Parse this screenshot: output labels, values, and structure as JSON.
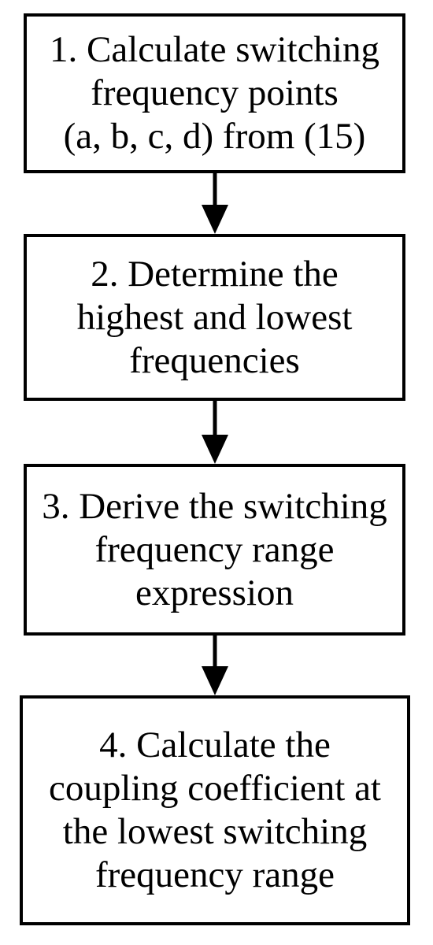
{
  "steps": [
    {
      "lines": [
        "1. Calculate switching",
        "frequency points",
        "(a, b, c, d) from (15)"
      ]
    },
    {
      "lines": [
        "2. Determine the",
        "highest and lowest",
        "frequencies"
      ]
    },
    {
      "lines": [
        "3. Derive the switching",
        "frequency range",
        "expression"
      ]
    },
    {
      "lines": [
        "4. Calculate the",
        "coupling coefficient at",
        "the lowest switching",
        "frequency range"
      ]
    }
  ],
  "colors": {
    "stroke": "#000000",
    "background": "#ffffff"
  }
}
